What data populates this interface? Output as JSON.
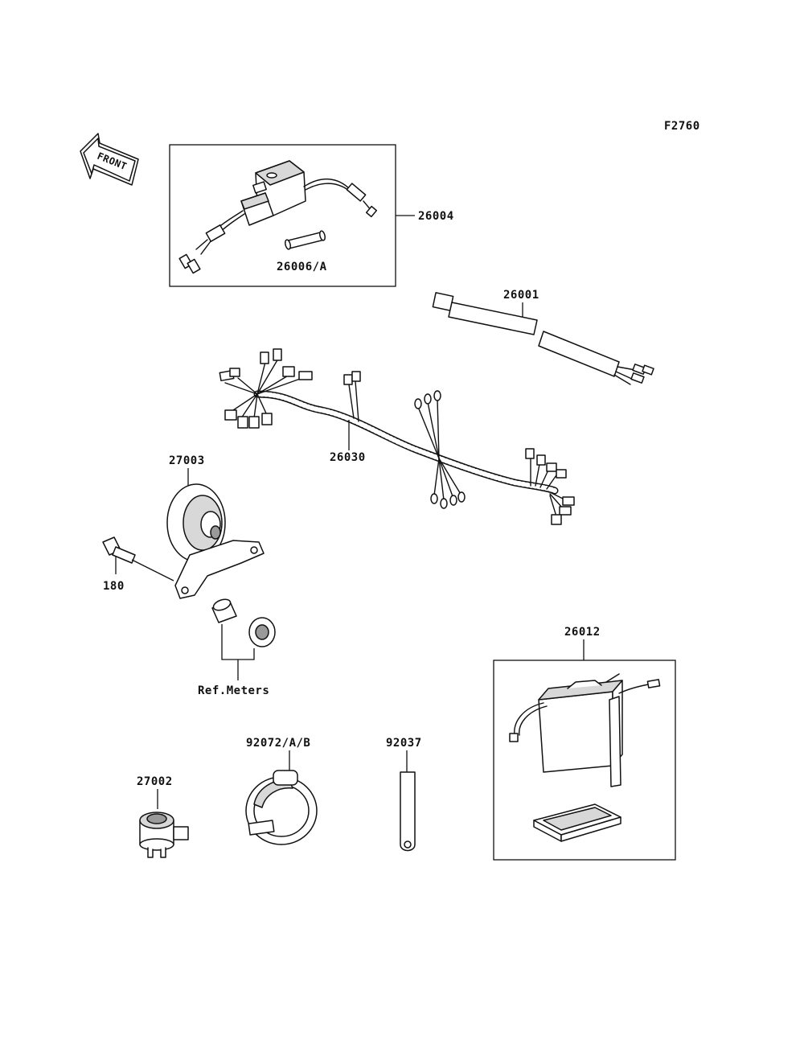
{
  "figure_code": "F2760",
  "front_arrow": {
    "label": "FRONT",
    "icon": "front-arrow-icon"
  },
  "parts": {
    "ignition_coil": "26004",
    "fuse": "26006/A",
    "lead_wire": "26001",
    "main_harness": "26030",
    "horn": "27003",
    "bolt": "180",
    "ref_meters": "Ref.Meters",
    "battery": "26012",
    "band": "92072/A/B",
    "strap": "92037",
    "switch": "27002"
  }
}
